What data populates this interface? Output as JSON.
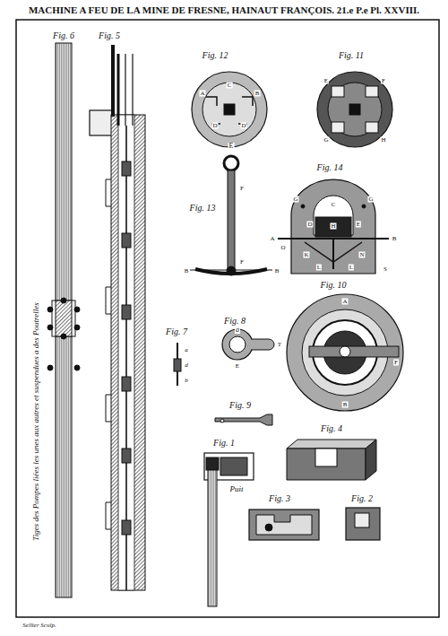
{
  "diagram": {
    "title": "MACHINE A FEU DE LA MINE DE FRESNE, HAINAUT FRANÇOIS. 21.e P.e Pl. XXVIII.",
    "labels": [
      "Fig. 6",
      "Fig. 5",
      "Fig. 12",
      "Fig. 11",
      "Fig. 13",
      "Fig. 14",
      "Fig. 10",
      "Fig. 8",
      "Fig. 7",
      "Fig. 9",
      "Fig. 1",
      "Fig. 4",
      "Fig. 3",
      "Fig. 2",
      "Puit",
      "Tiges des Pompes liées les unes aux autres et suspendues a des Poutrelles",
      "Sellier Sculp.",
      "A",
      "B",
      "C",
      "D",
      "D",
      "E",
      "F",
      "G",
      "H",
      "E",
      "F",
      "F",
      "B",
      "B",
      "A",
      "B",
      "C",
      "D",
      "E",
      "G",
      "G",
      "H",
      "K",
      "L",
      "L",
      "N",
      "O",
      "S",
      "A",
      "B",
      "F",
      "a",
      "T",
      "E",
      "a",
      "d",
      "b"
    ]
  }
}
